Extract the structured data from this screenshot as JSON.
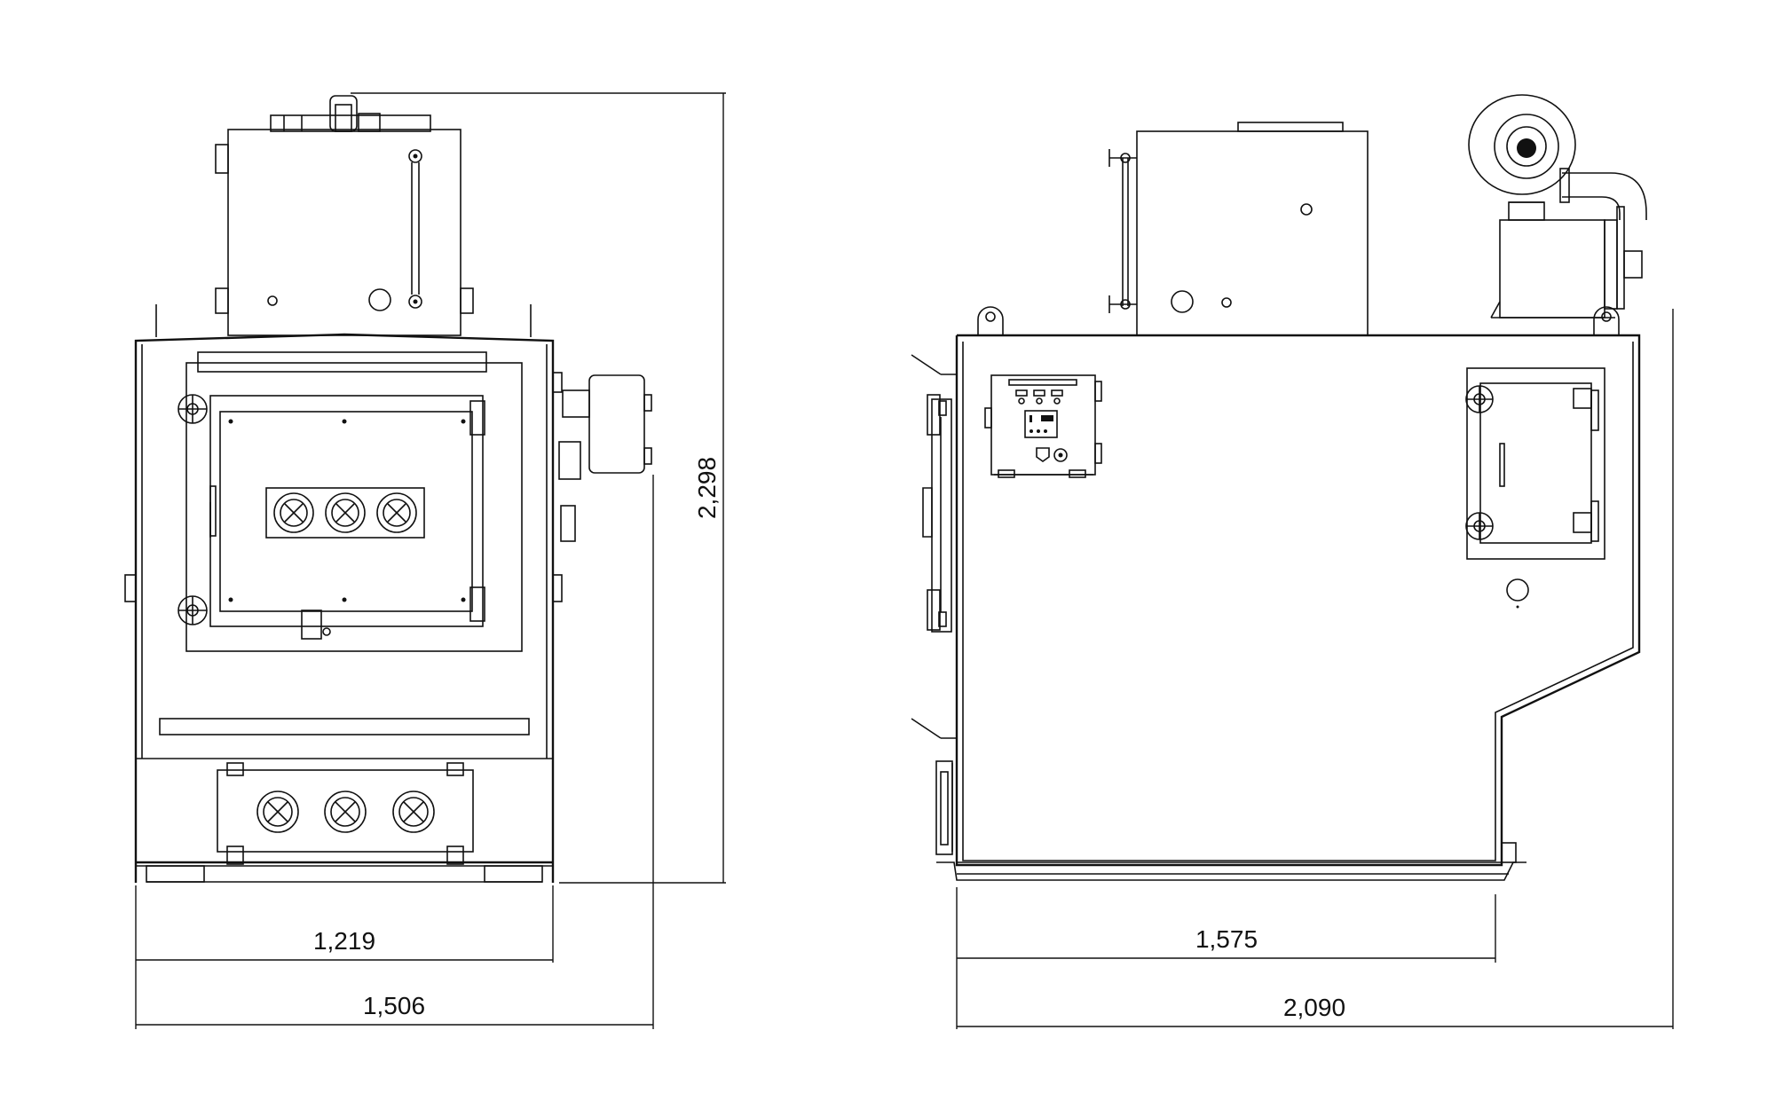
{
  "dimensions": {
    "front_view": {
      "body_width": "1,219",
      "overall_width": "1,506",
      "overall_height": "2,298"
    },
    "side_view": {
      "body_depth": "1,575",
      "overall_depth": "2,090"
    }
  },
  "colors": {
    "line": "#111111",
    "background": "#ffffff"
  }
}
